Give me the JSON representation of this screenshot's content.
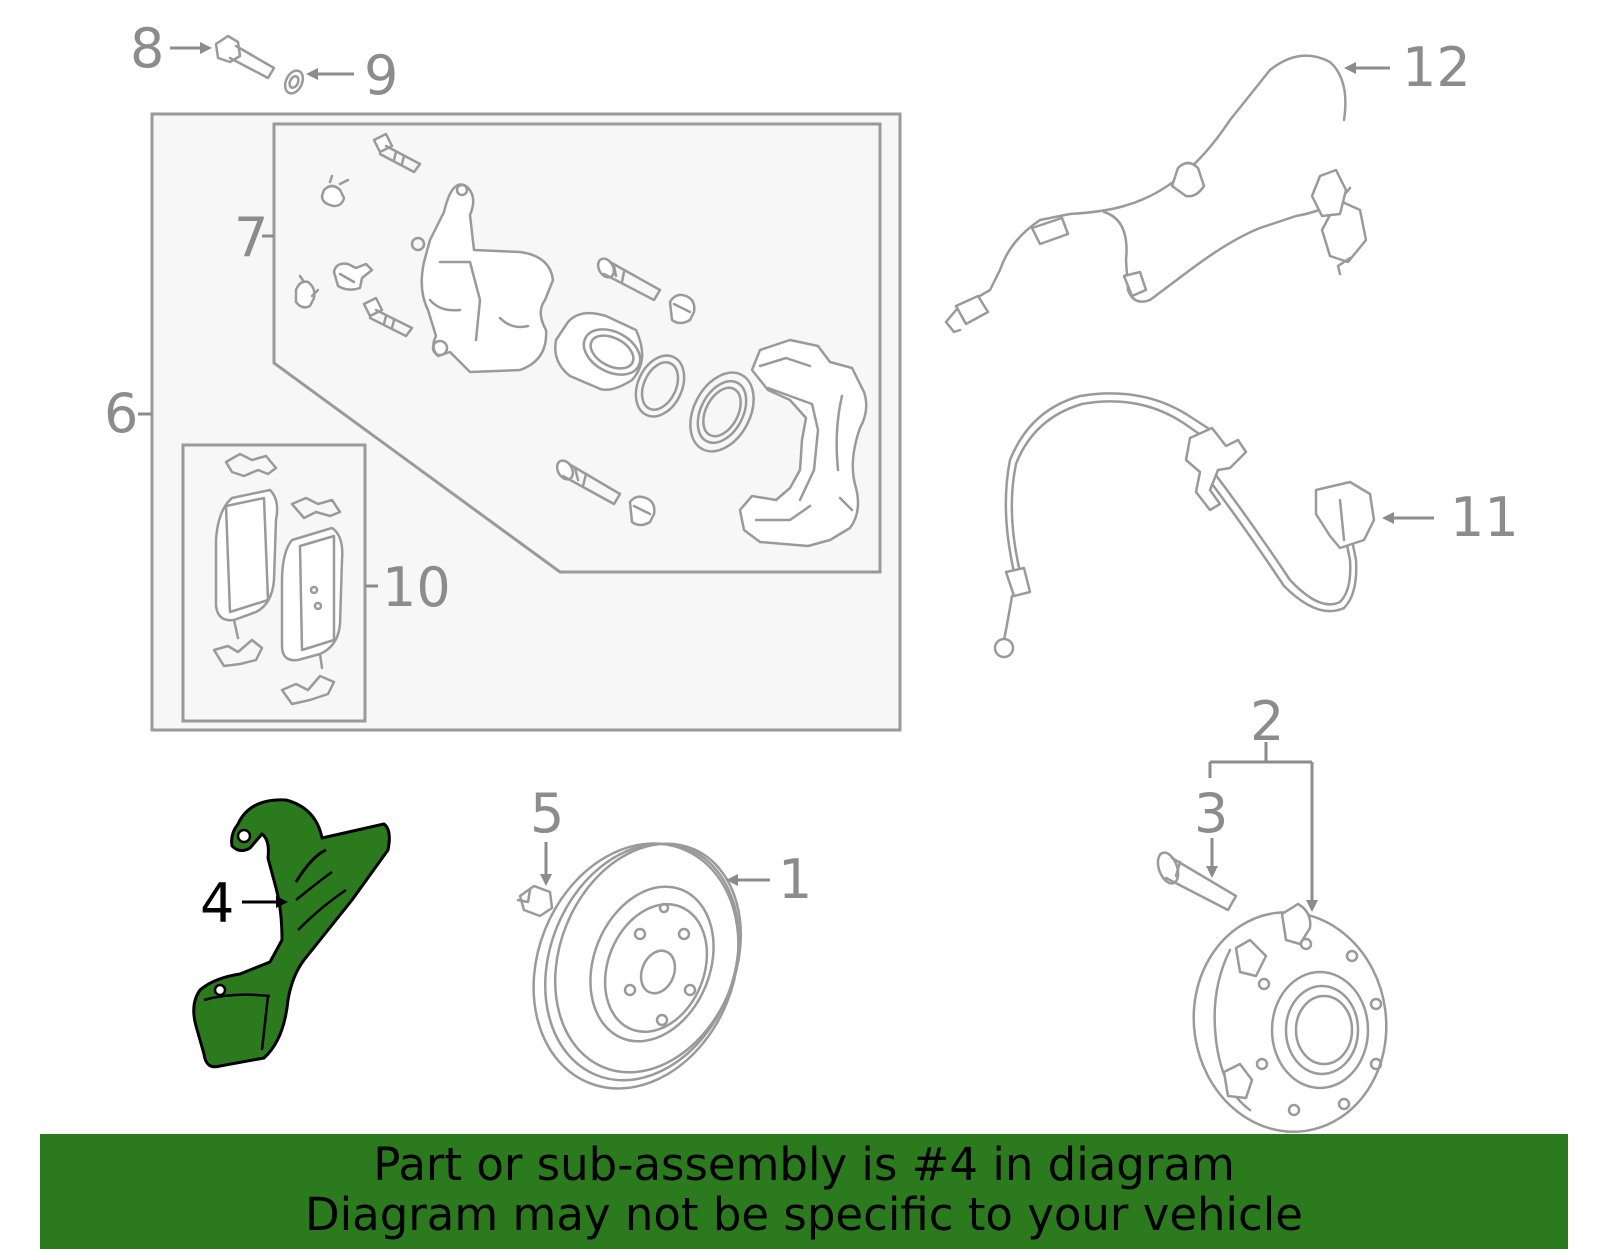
{
  "diagram": {
    "callouts": [
      "1",
      "2",
      "3",
      "4",
      "5",
      "6",
      "7",
      "8",
      "9",
      "10",
      "11",
      "12"
    ],
    "highlighted_part": "4",
    "highlight_color": "#2c7a1e",
    "part_line_color": "#9a9a9a",
    "panel_fill": "#f7f7f7"
  },
  "banner": {
    "line1": "Part or sub-assembly is #4 in diagram",
    "line2": "Diagram may not be specific to your vehicle",
    "background": "#2c7a1e"
  }
}
